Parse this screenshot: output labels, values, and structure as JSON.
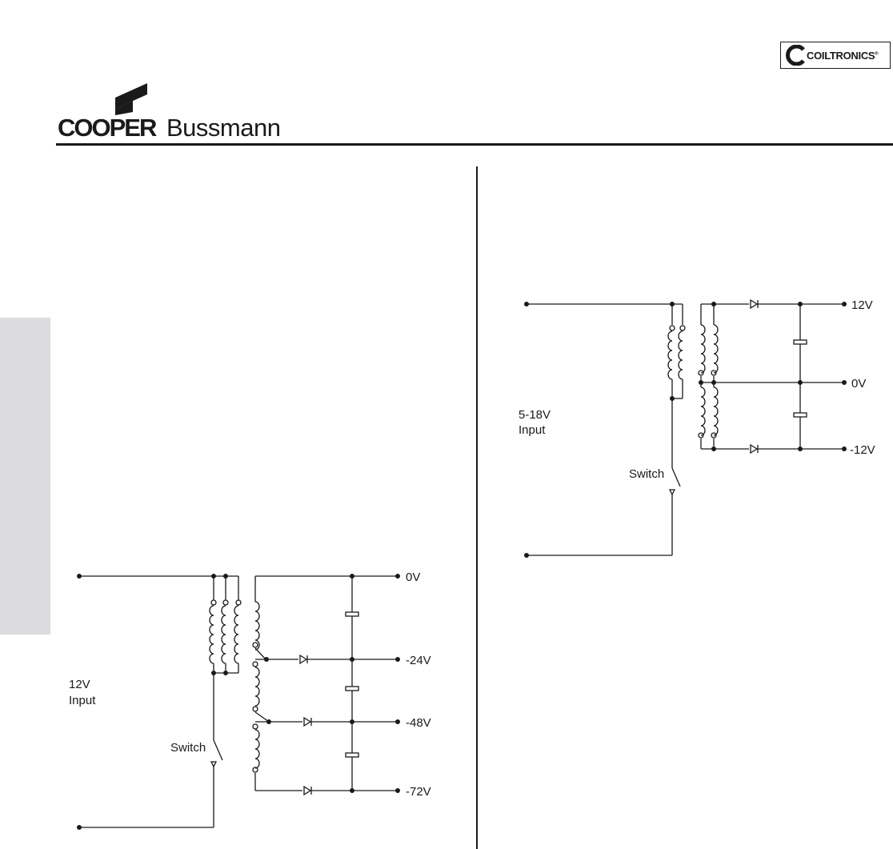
{
  "header": {
    "brand_left_part1": "COOPER",
    "brand_left_part2": "Bussmann",
    "brand_right": "COILTRONICS",
    "brand_right_mark": "®"
  },
  "circuit_left": {
    "input_label_line1": "12V",
    "input_label_line2": "Input",
    "switch_label": "Switch",
    "outputs": [
      "0V",
      "-24V",
      "-48V",
      "-72V"
    ]
  },
  "circuit_right": {
    "input_label_line1": "5-18V",
    "input_label_line2": "Input",
    "switch_label": "Switch",
    "outputs": [
      "12V",
      "0V",
      "-12V"
    ]
  },
  "colors": {
    "ink": "#1a1a1a",
    "side_tab": "#dcdcde"
  }
}
